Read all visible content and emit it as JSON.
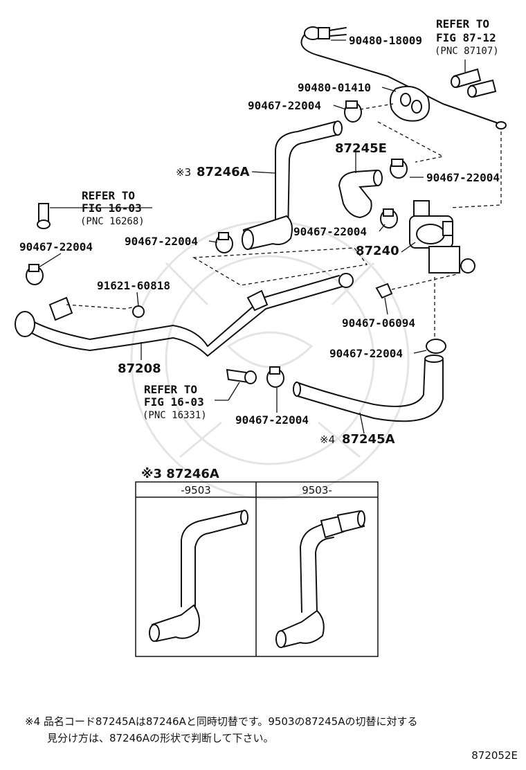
{
  "callouts": {
    "p1": "90480-18009",
    "p2": "90480-01410",
    "p3": "90467-22004",
    "p4": "87245E",
    "p5": "90467-22004",
    "p6_mark": "※3",
    "p6": "87246A",
    "p7": "90467-22004",
    "p8": "90467-22004",
    "p9": "87240",
    "p10": "90467-22004",
    "p11": "91621-60818",
    "p12": "87208",
    "p13": "90467-06094",
    "p14": "90467-22004",
    "p15": "90467-22004",
    "p16_mark": "※4",
    "p16": "87245A"
  },
  "references": [
    {
      "title": "REFER TO",
      "fig": "FIG 87-12",
      "pnc": "(PNC 87107)"
    },
    {
      "title": "REFER TO",
      "fig": "FIG 16-03",
      "pnc": "(PNC 16268)"
    },
    {
      "title": "REFER TO",
      "fig": "FIG 16-03",
      "pnc": "(PNC 16331)"
    }
  ],
  "variant_box": {
    "title": "※3 87246A",
    "col_left": "-9503",
    "col_right": "9503-"
  },
  "footnote": {
    "line1": "※4 品名コード87245Aは87246Aと同時切替です。9503の87245Aの切替に対する",
    "line2": "見分け方は、87246Aの形状で判断して下さい。"
  },
  "diagram_code": "872052E"
}
